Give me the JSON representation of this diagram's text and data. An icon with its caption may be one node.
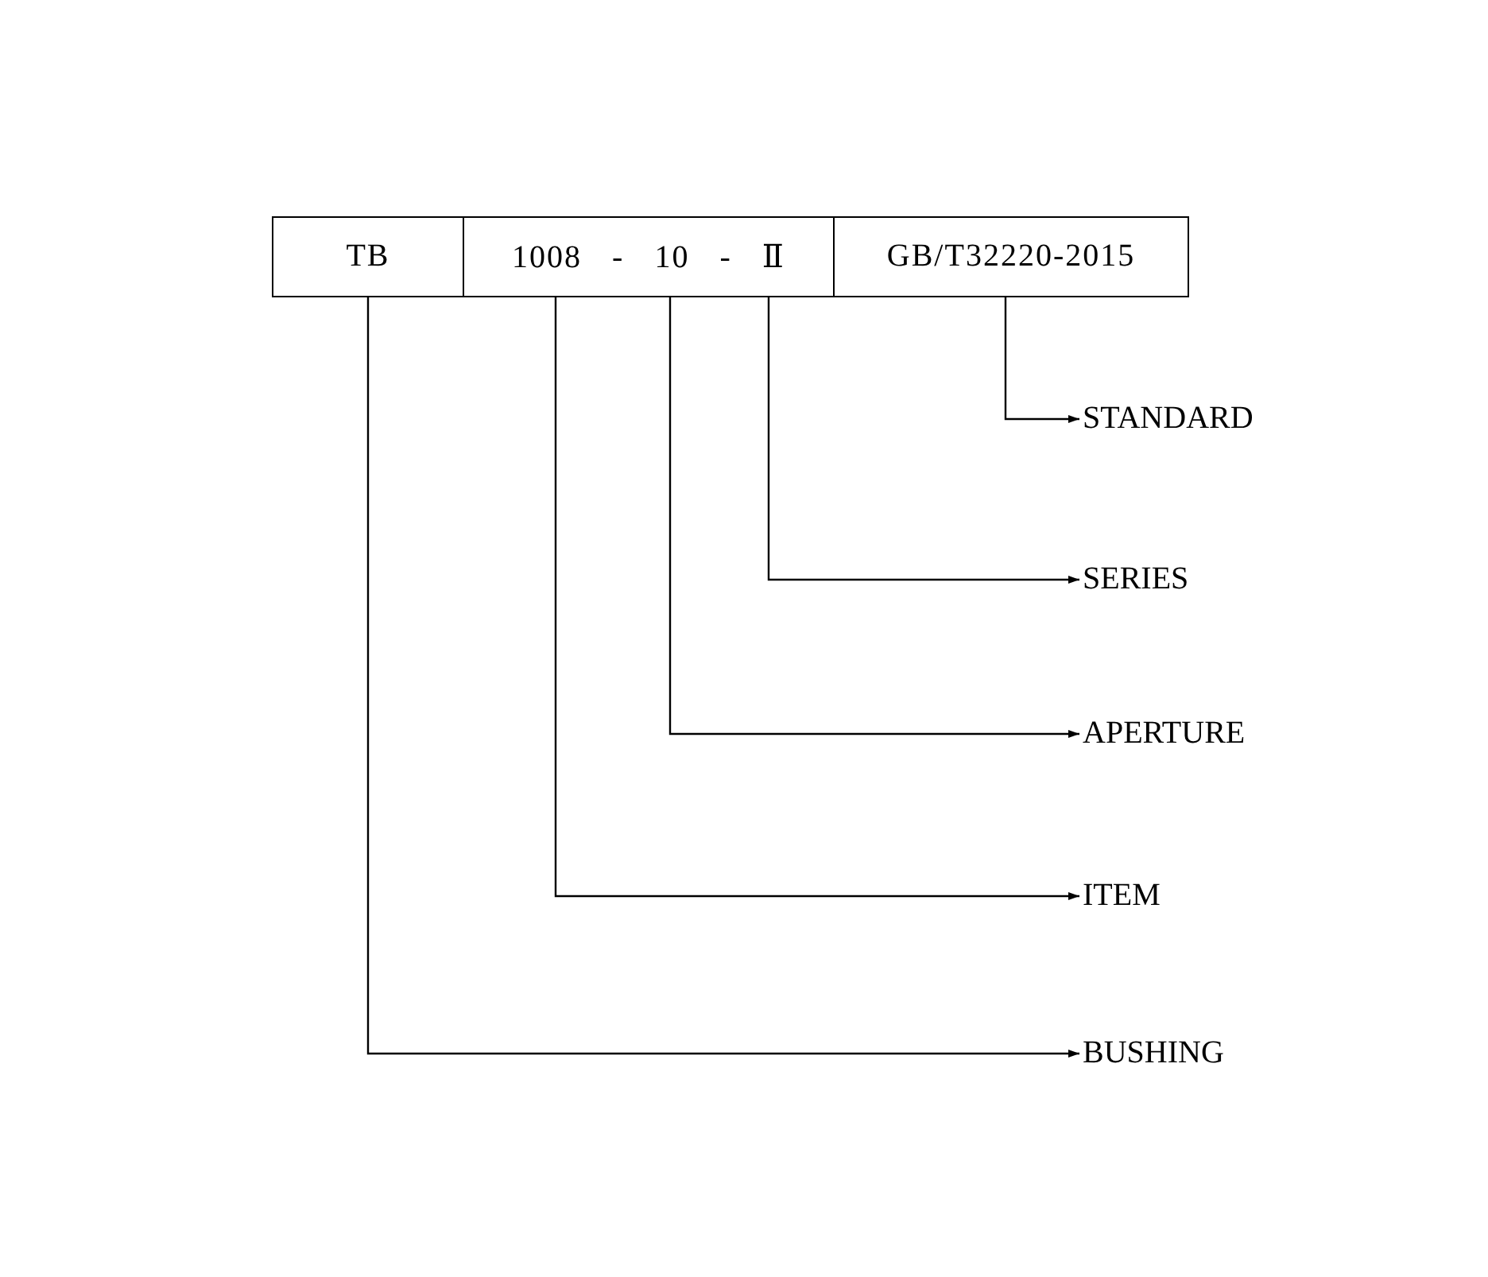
{
  "diagram": {
    "nodes": [
      {
        "text": [
          "TB"
        ]
      },
      {
        "text": [
          "1008 - 10 - Ⅱ"
        ]
      },
      {
        "text": [
          "GB/T32220-2015"
        ]
      },
      {
        "text": [
          "STANDARD"
        ]
      },
      {
        "text": [
          "SERIES"
        ]
      },
      {
        "text": [
          "APERTURE"
        ]
      },
      {
        "text": [
          "ITEM"
        ]
      },
      {
        "text": [
          "BUSHING"
        ]
      }
    ],
    "edges": [
      {
        "from": 2,
        "to": 3,
        "arrow": "to"
      },
      {
        "from": 1,
        "to": 4,
        "arrow": "to"
      },
      {
        "from": 1,
        "to": 5,
        "arrow": "to"
      },
      {
        "from": 1,
        "to": 6,
        "arrow": "to"
      },
      {
        "from": 0,
        "to": 7,
        "arrow": "to"
      }
    ]
  }
}
